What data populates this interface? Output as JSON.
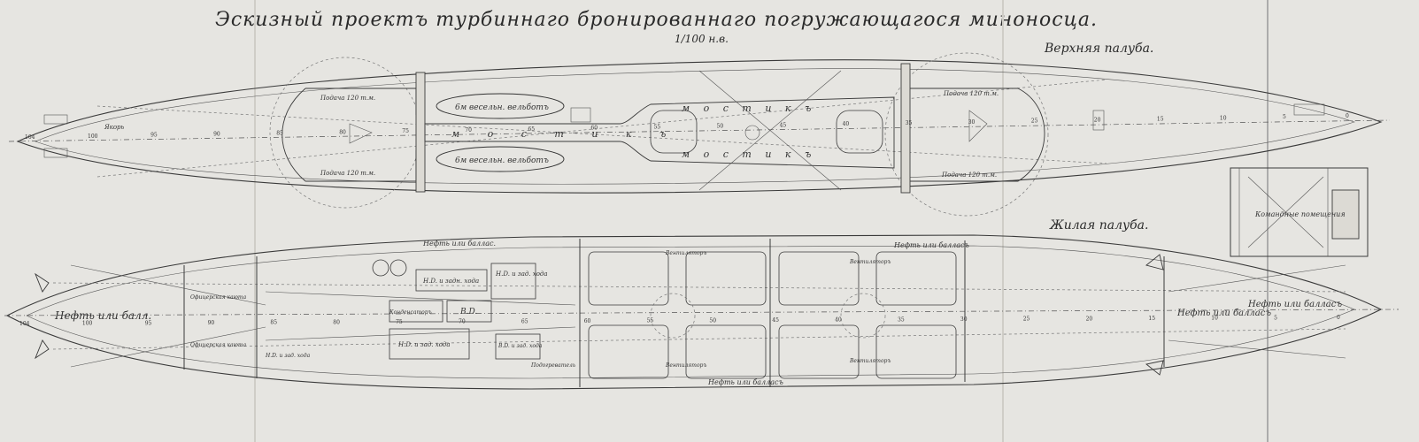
{
  "title": "Эскизный проектъ турбиннаго бронированнаго погружающагося миноносца.",
  "scale": "1/100 н.в.",
  "views": {
    "upper_deck": "Верхняя палуба.",
    "living_deck": "Жилая палуба."
  },
  "upper_labels": {
    "boat1": "6м весельн. вельботъ",
    "boat2": "6м весельн. вельботъ",
    "bridge_top": "м о с т и к ъ",
    "bridge_mid": "м о с т и к ъ",
    "bridge_bot": "м о с т и к ъ",
    "gun_fwd_top": "Подача 120 т.м.",
    "gun_fwd_bot": "Подача 120 т.м.",
    "gun_aft_top": "Подача 120 т.м.",
    "gun_aft_bot": "Подача 120 т.м.",
    "anchor": "Якорь"
  },
  "living_labels": {
    "oil_top": "Нефть или баллас.",
    "oil_top2": "Нефть или балласъ",
    "oil_bot": "Нефть или балласъ",
    "bow_tank": "Нефть или балл.",
    "stern_tank1": "Нефть или балласъ",
    "stern_tank2": "Нефть или балласъ",
    "officer1": "Офицерская каюта",
    "officer2": "Офицерская каюта",
    "hd_turb1": "H.D. и задн. хода",
    "hd_turb2": "H.D. и зад. хода",
    "hd_turb3": "H.D. и зад. хода",
    "hd_turb4": "H.D. и зад. хода",
    "bd1": "B.D.",
    "bd2": "B.D. и зад. хода",
    "condenser": "Конденсаторъ",
    "pump": "Подогреватель",
    "boiler_fan_top": "Вентиляторъ",
    "boiler_fan_bot": "Вентиляторъ",
    "fan_aft_top": "Вентиляторъ",
    "fan_aft_bot": "Вентиляторъ",
    "command": "Командные помещения"
  },
  "frame_numbers_upper": [
    "104",
    "100",
    "95",
    "90",
    "85",
    "80",
    "75",
    "70",
    "65",
    "60",
    "55",
    "50",
    "45",
    "40",
    "35",
    "30",
    "25",
    "20",
    "15",
    "10",
    "5",
    "0"
  ],
  "frame_numbers_living": [
    "104",
    "100",
    "95",
    "90",
    "85",
    "80",
    "75",
    "70",
    "65",
    "60",
    "55",
    "50",
    "45",
    "40",
    "35",
    "30",
    "25",
    "20",
    "15",
    "10",
    "5",
    "0"
  ]
}
